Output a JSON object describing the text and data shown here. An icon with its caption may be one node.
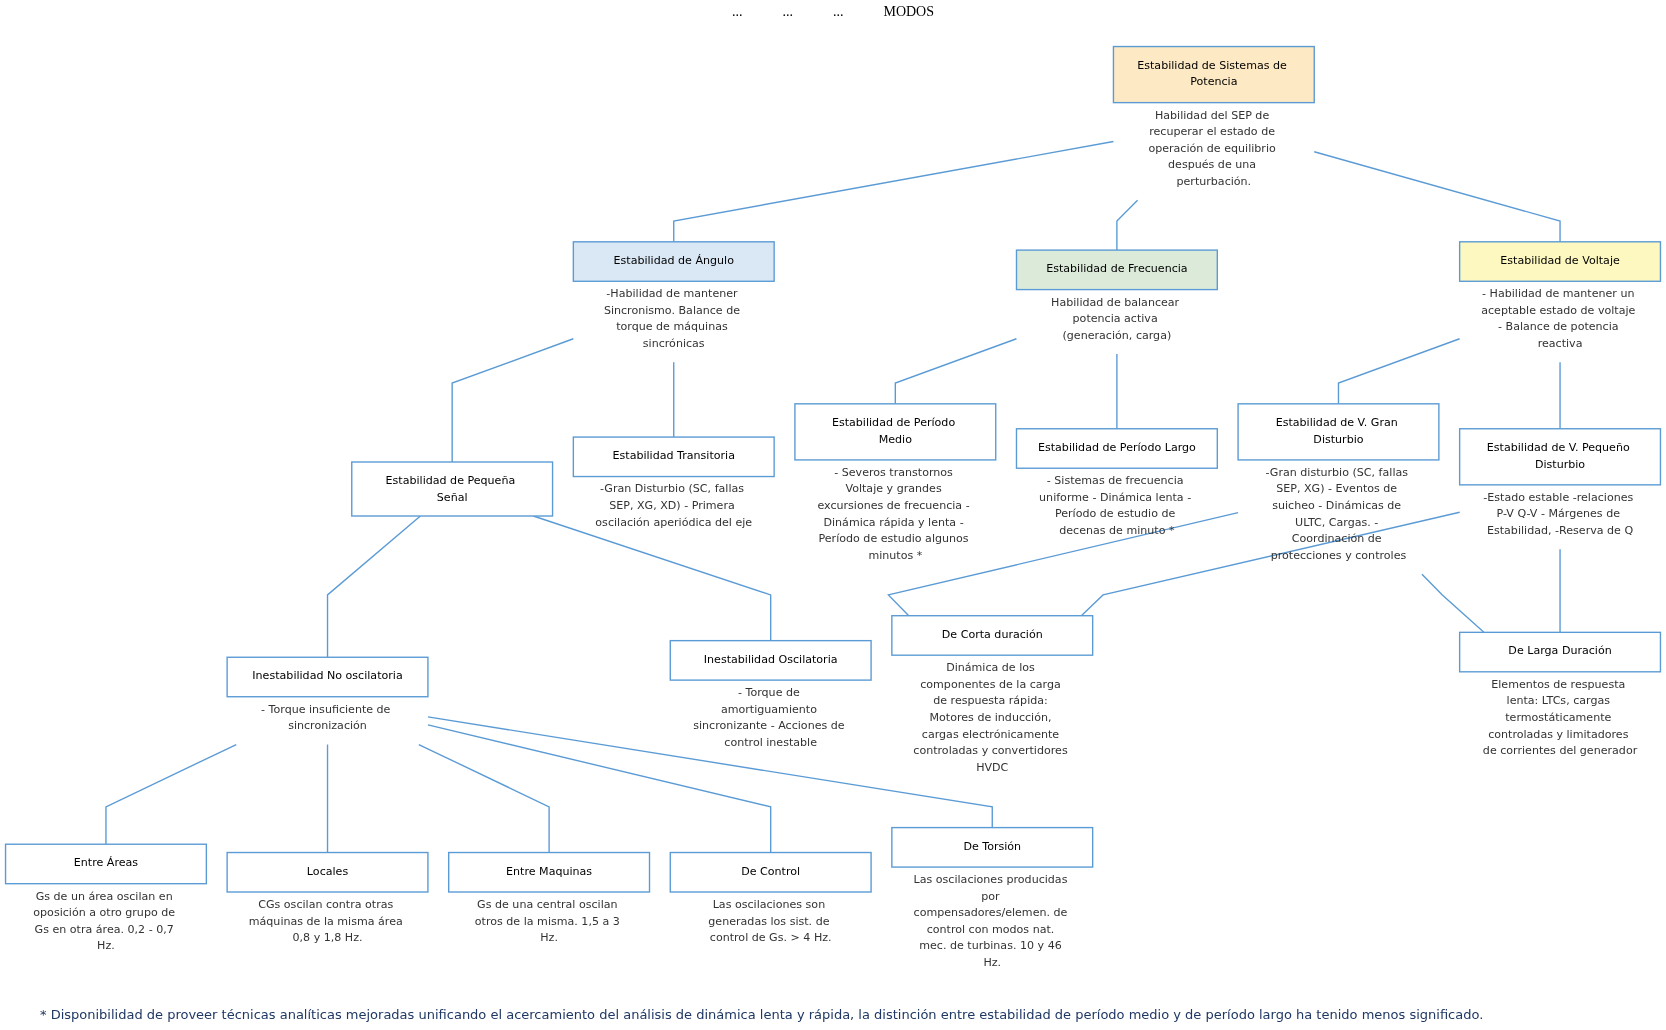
{
  "diagram": {
    "caption": "* Disponibilidad de proveer técnicas analíticas mejoradas unificando el acercamiento del análisis de dinámica lenta y rápida, la distinción entre estabilidad de período medio y de período largo ha tenido menos significado.",
    "nodes": [
      {
        "text": [
          "Estabilidad de Sistemas de Potencia"
        ],
        "beside": [
          "Habilidad del SEP de recuperar el estado de operación de equilibrio después de una perturbación."
        ]
      },
      {
        "text": [
          "Estabilidad de Ángulo"
        ],
        "beside": [
          "-Habilidad de mantener Sincronismo. Balance de torque de máquinas sincrónicas"
        ]
      },
      {
        "text": [
          "Estabilidad de Frecuencia"
        ],
        "beside": [
          "Habilidad de balancear potencia activa (generación, carga)"
        ]
      },
      {
        "text": [
          "Estabilidad de Voltaje"
        ],
        "beside": [
          "- Habilidad de mantener un aceptable estado de voltaje - Balance de potencia reactiva"
        ]
      },
      {
        "text": [
          "Estabilidad de Pequeña Señal"
        ]
      },
      {
        "text": [
          "Estabilidad Transitoria"
        ],
        "beside": [
          "-Gran Disturbio (SC, fallas SEP, XG, XD) - Primera oscilación aperiódica del eje"
        ]
      },
      {
        "text": [
          "Estabilidad de Período Medio"
        ],
        "beside": [
          "- Severos transtornos Voltaje y grandes excursiones de frecuencia - Dinámica rápida y lenta - Período de estudio algunos minutos *"
        ]
      },
      {
        "text": [
          "Estabilidad de Período Largo"
        ],
        "beside": [
          "- Sistemas de frecuencia uniforme - Dinámica lenta - Período de estudio de decenas de minuto *"
        ]
      },
      {
        "text": [
          "Estabilidad de V. Gran Disturbio"
        ],
        "beside": [
          "-Gran disturbio (SC, fallas SEP, XG) - Eventos de suicheo - Dinámicas de ULTC, Cargas. - Coordinación de protecciones y controles"
        ]
      },
      {
        "text": [
          "Estabilidad de V. Pequeño Disturbio"
        ],
        "beside": [
          "-Estado estable -relaciones P-V Q-V - Márgenes de Estabilidad, -Reserva de Q"
        ]
      },
      {
        "text": [
          "Inestabilidad No oscilatoria"
        ],
        "beside": [
          "- Torque insuficiente de sincronización"
        ]
      },
      {
        "text": [
          "Inestabilidad Oscilatoria"
        ],
        "beside": [
          "- Torque de amortiguamiento sincronizante - Acciones de control inestable"
        ]
      },
      {
        "text": [
          "De Corta duración"
        ],
        "beside": [
          "Dinámica de los componentes de la carga de respuesta rápida: Motores de inducción, cargas electrónicamente controladas y convertidores HVDC"
        ]
      },
      {
        "text": [
          "De Larga Duración"
        ],
        "beside": [
          "Elementos de respuesta lenta: LTCs, cargas termostáticamente controladas y limitadores de corrientes del generador"
        ]
      },
      {
        "text": [
          "Entre Áreas"
        ],
        "beside": [
          "Gs de un área oscilan en oposición a otro grupo de Gs en otra área. 0,2 - 0,7 Hz."
        ]
      },
      {
        "text": [
          "Locales"
        ],
        "beside": [
          "CGs oscilan contra otras máquinas de la misma área 0,8 y 1,8 Hz."
        ]
      },
      {
        "text": [
          "Entre Maquinas"
        ],
        "beside": [
          "Gs de una central oscilan otros de la misma. 1,5 a 3 Hz."
        ]
      },
      {
        "text": [
          "De Control"
        ],
        "beside": [
          "Las oscilaciones son generadas los sist. de control de Gs. > 4 Hz."
        ]
      },
      {
        "text": [
          "De Torsión"
        ],
        "beside": [
          "Las oscilaciones producidas por compensadores/elemen. de control con modos nat. mec. de turbinas. 10 y 46 Hz."
        ]
      }
    ],
    "edges": [
      {
        "from": 0,
        "to": 1,
        "arrow": "none"
      },
      {
        "from": 0,
        "to": 2,
        "arrow": "none"
      },
      {
        "from": 0,
        "to": 3,
        "arrow": "none"
      },
      {
        "from": 1,
        "to": 4,
        "arrow": "none"
      },
      {
        "from": 1,
        "to": 5,
        "arrow": "none"
      },
      {
        "from": 2,
        "to": 6,
        "arrow": "none"
      },
      {
        "from": 2,
        "to": 7,
        "arrow": "none"
      },
      {
        "from": 3,
        "to": 8,
        "arrow": "none"
      },
      {
        "from": 3,
        "to": 9,
        "arrow": "none"
      },
      {
        "from": 4,
        "to": 10,
        "arrow": "none"
      },
      {
        "from": 4,
        "to": 11,
        "arrow": "none"
      },
      {
        "from": 8,
        "to": 12,
        "arrow": "none"
      },
      {
        "from": 8,
        "to": 13,
        "arrow": "none"
      },
      {
        "from": 9,
        "to": 12,
        "arrow": "none"
      },
      {
        "from": 9,
        "to": 13,
        "arrow": "none"
      },
      {
        "from": 10,
        "to": 14,
        "arrow": "none"
      },
      {
        "from": 10,
        "to": 15,
        "arrow": "none"
      },
      {
        "from": 10,
        "to": 16,
        "arrow": "none"
      },
      {
        "from": 10,
        "to": 17,
        "arrow": "none"
      },
      {
        "from": 10,
        "to": 18,
        "arrow": "none"
      }
    ],
    "labels": [
      "...",
      "...",
      "...",
      "MODOS"
    ]
  }
}
